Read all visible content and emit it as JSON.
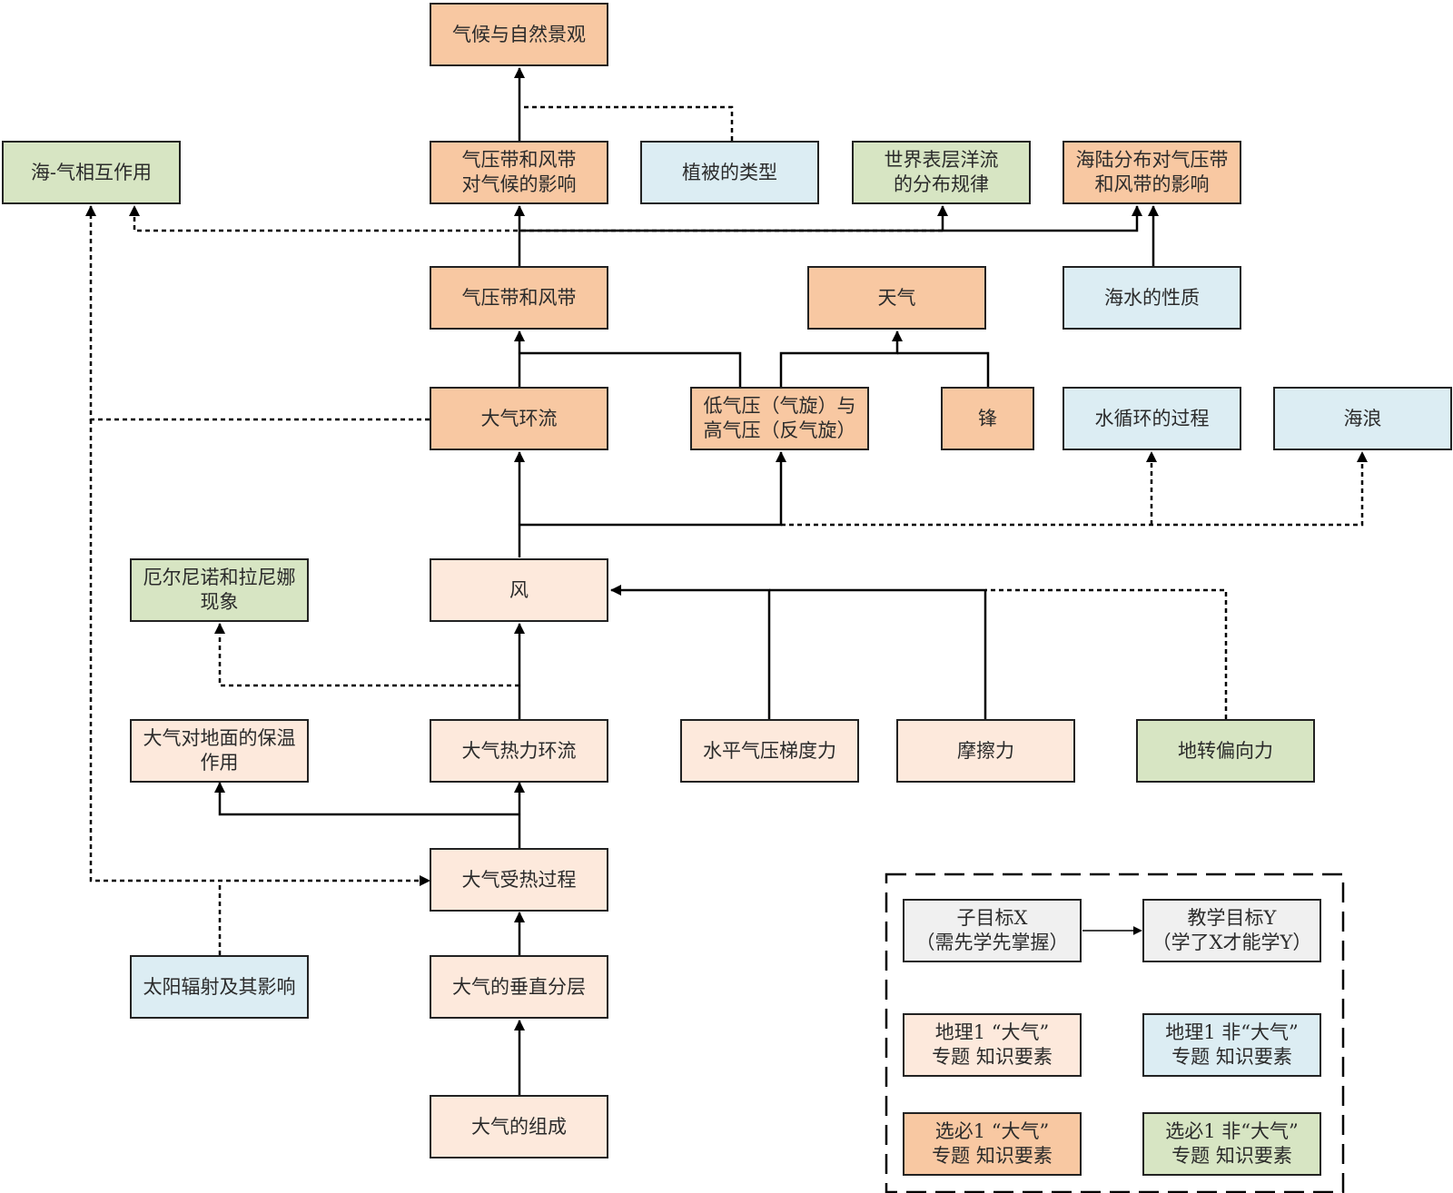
{
  "colors": {
    "optional_topic": "#f8c8a2",
    "geo1_topic": "#fde9dc",
    "geo1_nontopic": "#dcedf3",
    "optional_nontopic": "#d7e5c3",
    "prereq_neutral": "#f0f0f0",
    "line": "#000000"
  },
  "nodes": {
    "climate_landscape": "气候与自然景观",
    "pressure_wind_climate": "气压带和风带\n对气候的影响",
    "vegetation_types": "植被的类型",
    "ocean_currents": "世界表层洋流\n的分布规律",
    "land_sea_effect": "海陆分布对气压带\n和风带的影响",
    "sea_air_interaction": "海-气相互作用",
    "pressure_wind_belts": "气压带和风带",
    "weather": "天气",
    "seawater_properties": "海水的性质",
    "general_circulation": "大气环流",
    "cyclone_anticyclone": "低气压（气旋）与\n高气压（反气旋）",
    "front": "锋",
    "water_cycle": "水循环的过程",
    "sea_waves": "海浪",
    "enso": "厄尔尼诺和拉尼娜\n现象",
    "wind": "风",
    "greenhouse_effect": "大气对地面的保温\n作用",
    "thermal_circulation": "大气热力环流",
    "pressure_gradient": "水平气压梯度力",
    "friction": "摩擦力",
    "coriolis": "地转偏向力",
    "heating_process": "大气受热过程",
    "solar_radiation": "太阳辐射及其影响",
    "vertical_layers": "大气的垂直分层",
    "composition": "大气的组成"
  },
  "legend": {
    "sub_goal": "子目标X\n（需先学先掌握）",
    "teaching_goal": "教学目标Y\n（学了X才能学Y）",
    "geo1_topic": "地理1 “大气”\n专题 知识要素",
    "geo1_nontopic": "地理1 非“大气”\n专题 知识要素",
    "optional_topic": "选必1 “大气”\n专题 知识要素",
    "optional_nontopic": "选必1 非“大气”\n专题 知识要素"
  }
}
